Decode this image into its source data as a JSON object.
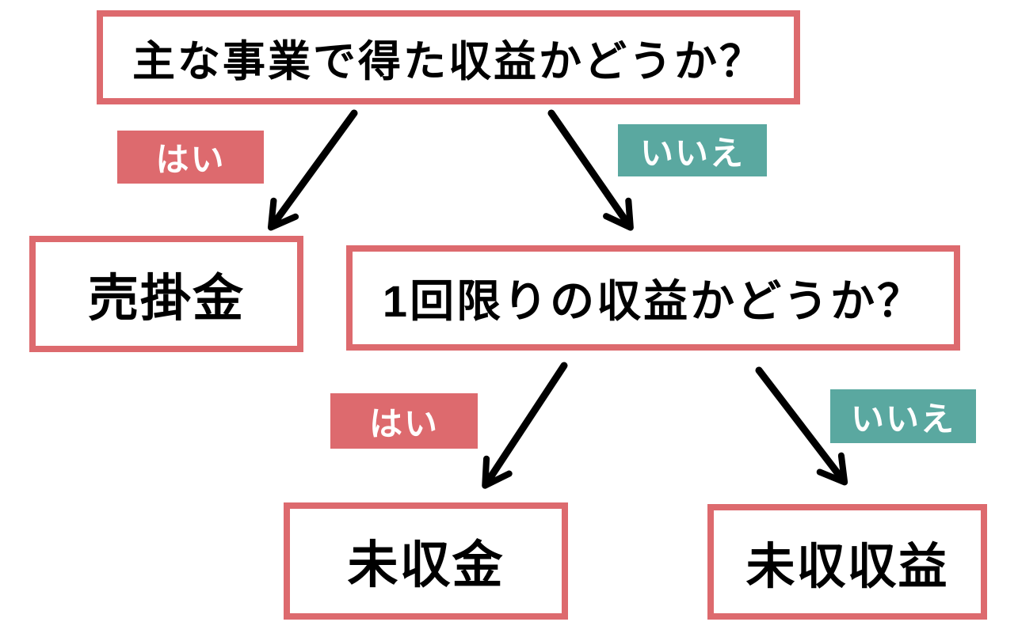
{
  "flowchart": {
    "q1": "主な事業で得た収益かどうか？",
    "q1_yes_label": "はい",
    "q1_no_label": "いいえ",
    "q1_yes_result": "売掛金",
    "q2": "1回限りの収益かどうか？",
    "q2_yes_label": "はい",
    "q2_no_label": "いいえ",
    "q2_yes_result": "未収金",
    "q2_no_result": "未収収益"
  },
  "colors": {
    "box_border": "#dd6a6e",
    "yes_bg": "#dd6a6e",
    "no_bg": "#5aa8a0",
    "node_text": "#000000",
    "label_text": "#ffffff",
    "arrow": "#000000",
    "bg": "#ffffff"
  }
}
